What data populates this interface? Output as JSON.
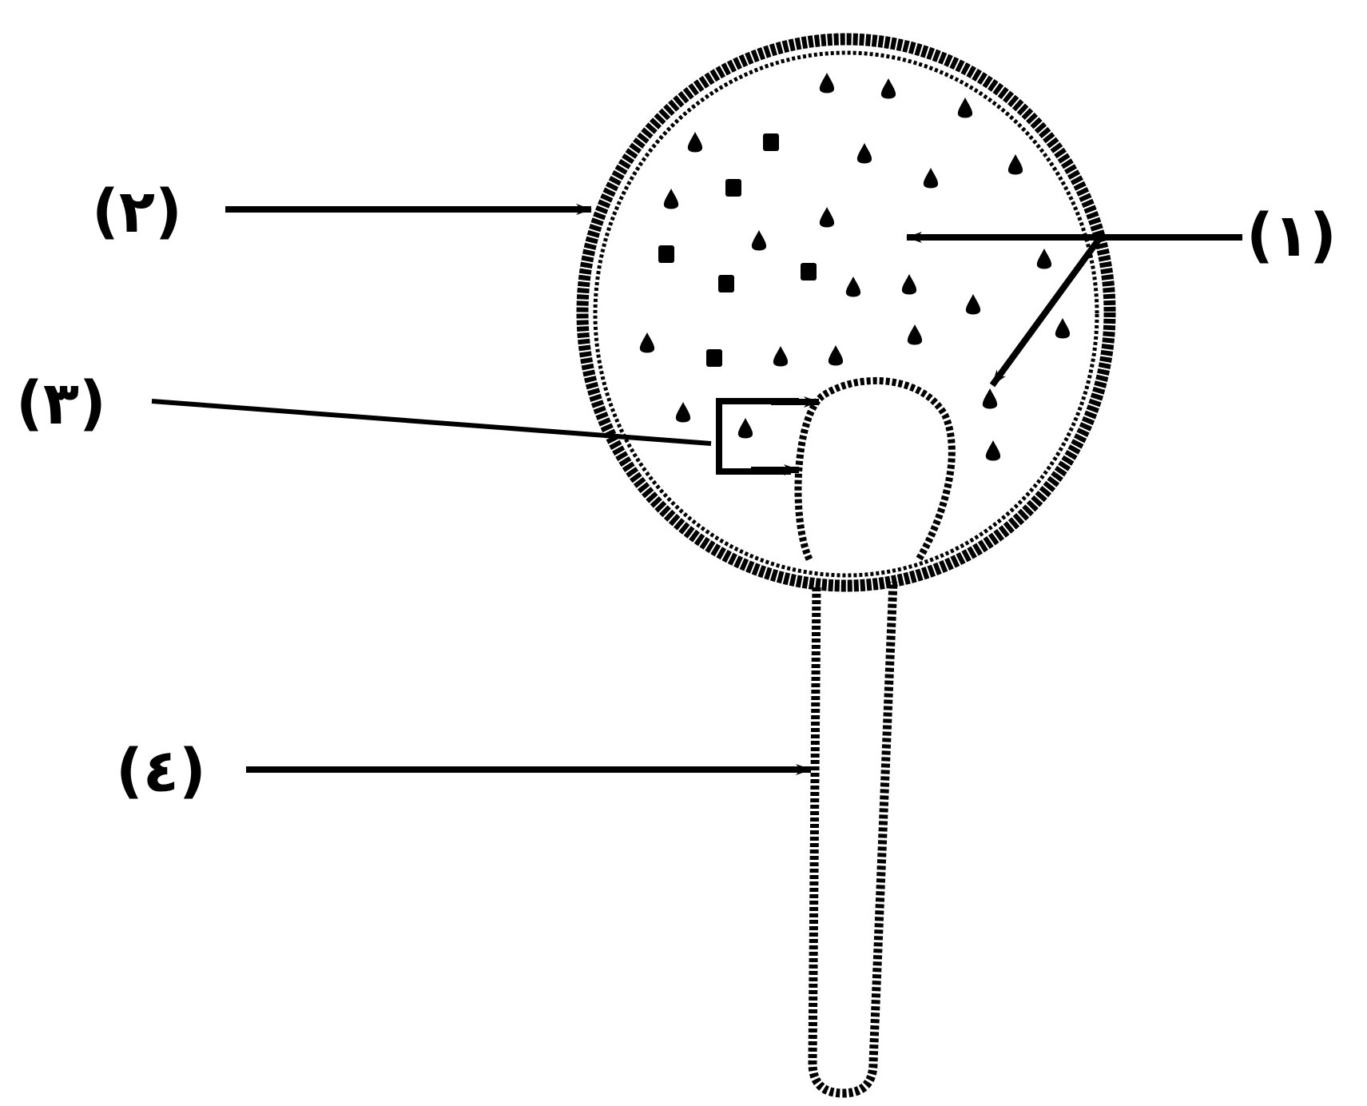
{
  "labels": {
    "label_1": "(١)",
    "label_2": "(٢)",
    "label_3": "(٣)",
    "label_4": "(٤)"
  },
  "colors": {
    "ink": "#000000",
    "paper": "#ffffff"
  }
}
